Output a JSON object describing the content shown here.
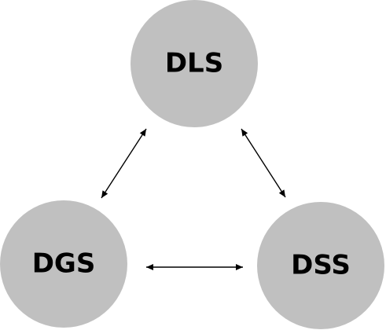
{
  "nodes": {
    "dls": {
      "label": "DLS"
    },
    "dgs": {
      "label": "DGS"
    },
    "dss": {
      "label": "DSS"
    }
  },
  "edges": [
    {
      "from": "dls",
      "to": "dgs",
      "direction": "both"
    },
    {
      "from": "dls",
      "to": "dss",
      "direction": "both"
    },
    {
      "from": "dgs",
      "to": "dss",
      "direction": "both"
    }
  ],
  "colors": {
    "node_fill": "#c0c0c0",
    "text": "#000000",
    "arrow": "#000000",
    "background": "#ffffff"
  }
}
